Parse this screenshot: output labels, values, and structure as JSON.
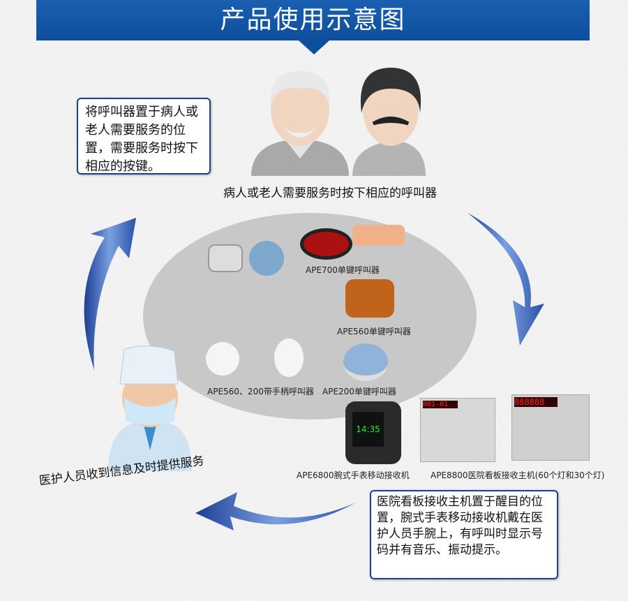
{
  "header": {
    "title": "产品使用示意图"
  },
  "top_note": "将呼叫器置于病人或老人需要服务的位置，需要服务时按下相应的按键。",
  "patients_caption": "病人或老人需要服务时按下相应的呼叫器",
  "products": {
    "ape700": "APE700单键呼叫器",
    "ape560": "APE560单键呼叫器",
    "handle": "APE560、200带手柄呼叫器",
    "ape200": "APE200单键呼叫器",
    "watch": "APE6800腕式手表移动接收机",
    "watch_time": "14:35",
    "board": "APE8800医院看板接收主机(60个灯和30个灯)",
    "board_display_1": "001-01",
    "board_display_2": "888888"
  },
  "staff_caption": "医护人员收到信息及时提供服务",
  "bottom_note": "医院看板接收主机置于醒目的位置，腕式手表移动接收机戴在医护人员手腕上，有呼叫时显示号码并有音乐、振动提示。",
  "colors": {
    "banner": "#0d4f9c",
    "arrow": "#2a4fa8",
    "box_border": "#1f3f86"
  }
}
